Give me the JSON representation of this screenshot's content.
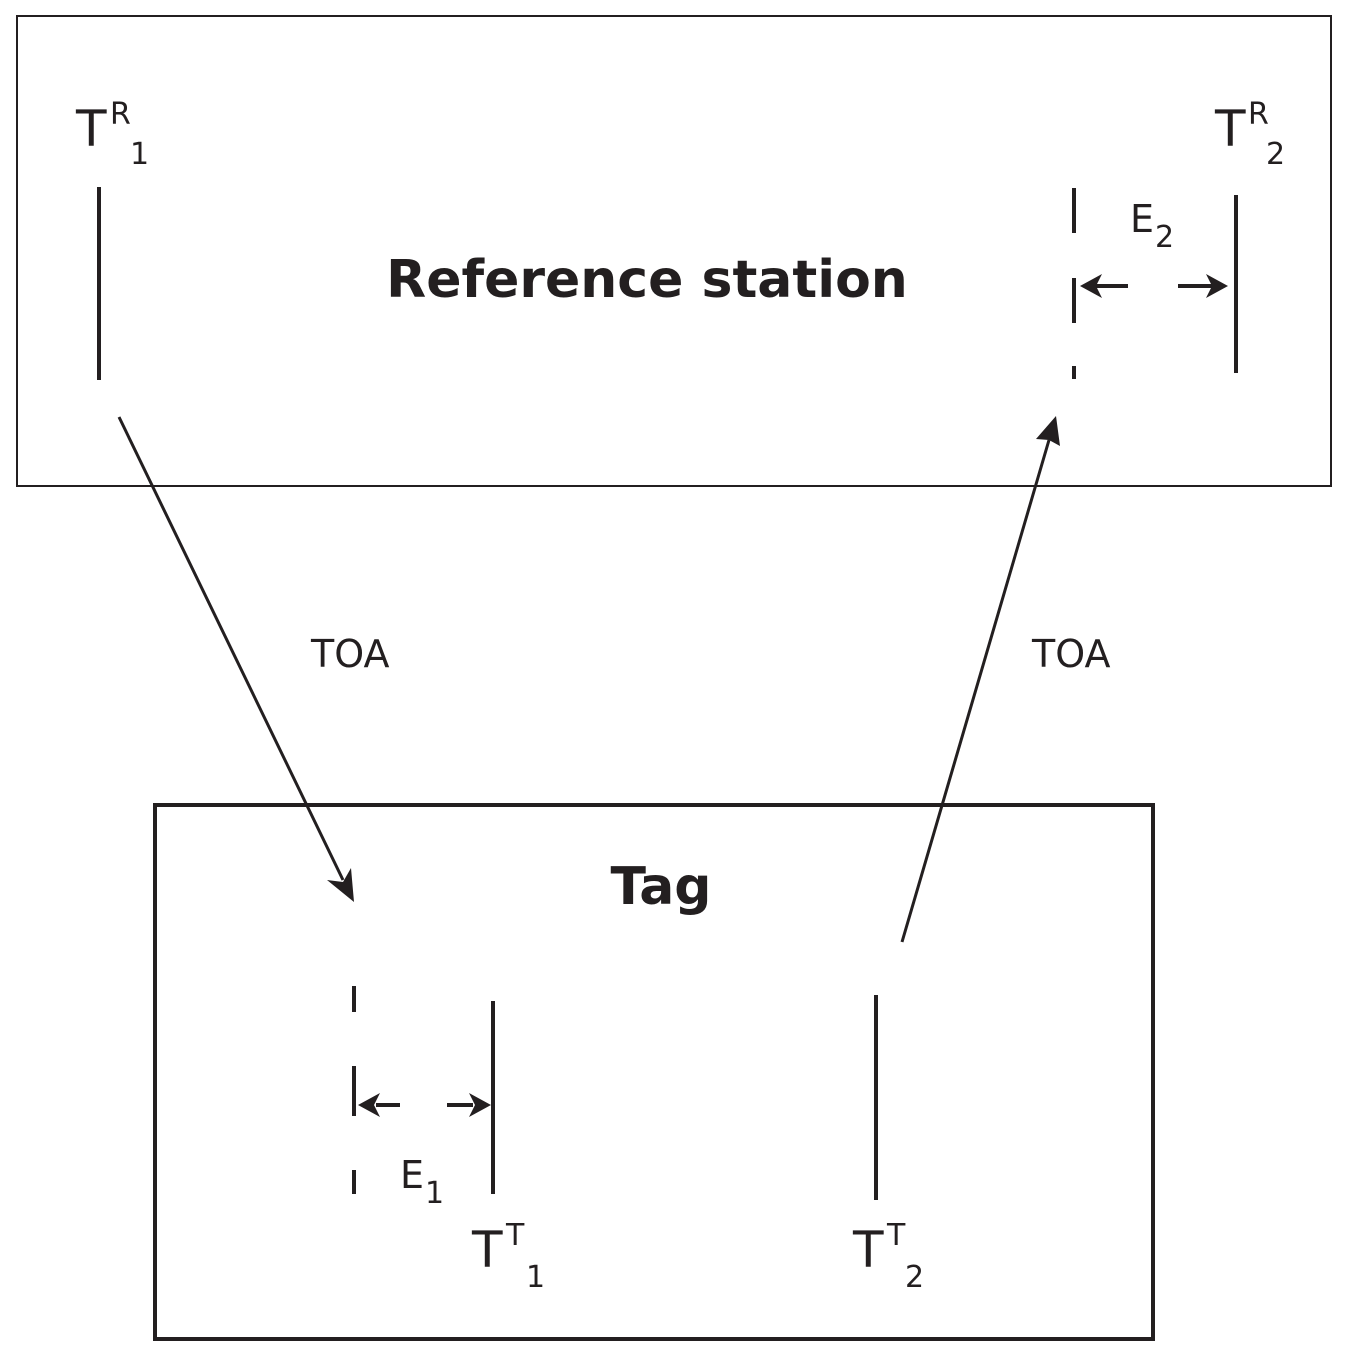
{
  "reference_station": {
    "title": "Reference station",
    "t1": {
      "main": "T",
      "sup": "R",
      "sub": "1"
    },
    "t2": {
      "main": "T",
      "sup": "R",
      "sub": "2"
    },
    "error": {
      "main": "E",
      "sub": "2"
    }
  },
  "tag": {
    "title": "Tag",
    "t1": {
      "main": "T",
      "sup": "T",
      "sub": "1"
    },
    "t2": {
      "main": "T",
      "sup": "T",
      "sub": "2"
    },
    "error": {
      "main": "E",
      "sub": "1"
    }
  },
  "links": {
    "downlink_label": "TOA",
    "uplink_label": "TOA"
  },
  "colors": {
    "ink": "#231f20",
    "background": "#ffffff"
  }
}
